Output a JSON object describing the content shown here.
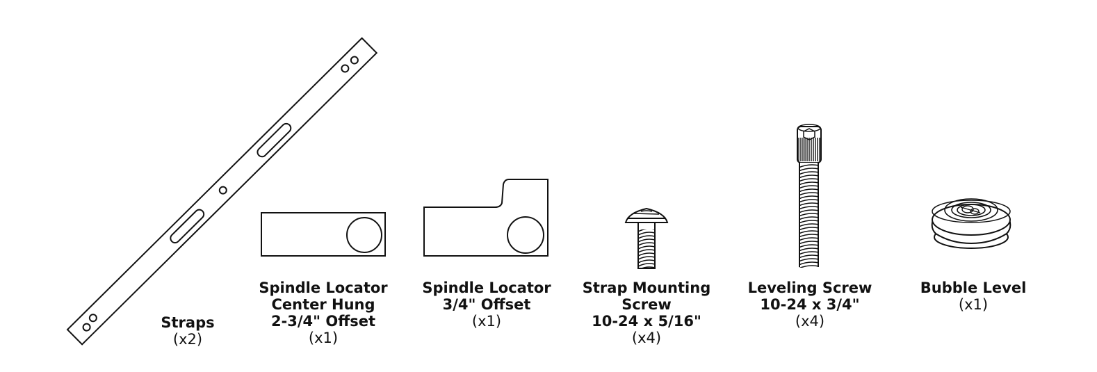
{
  "parts": [
    {
      "id": "straps",
      "name_lines": [
        "Straps"
      ],
      "qty": "(x2)"
    },
    {
      "id": "spindle-locator-center-hung",
      "name_lines": [
        "Spindle Locator",
        "Center Hung",
        "2-3/4\" Offset"
      ],
      "qty": "(x1)"
    },
    {
      "id": "spindle-locator-offset",
      "name_lines": [
        "Spindle Locator",
        "3/4\" Offset"
      ],
      "qty": "(x1)"
    },
    {
      "id": "strap-mounting-screw",
      "name_lines": [
        "Strap Mounting",
        "Screw",
        "10-24 x 5/16\""
      ],
      "qty": "(x4)"
    },
    {
      "id": "leveling-screw",
      "name_lines": [
        "Leveling Screw",
        "10-24 x 3/4\""
      ],
      "qty": "(x4)"
    },
    {
      "id": "bubble-level",
      "name_lines": [
        "Bubble Level"
      ],
      "qty": "(x1)"
    }
  ]
}
